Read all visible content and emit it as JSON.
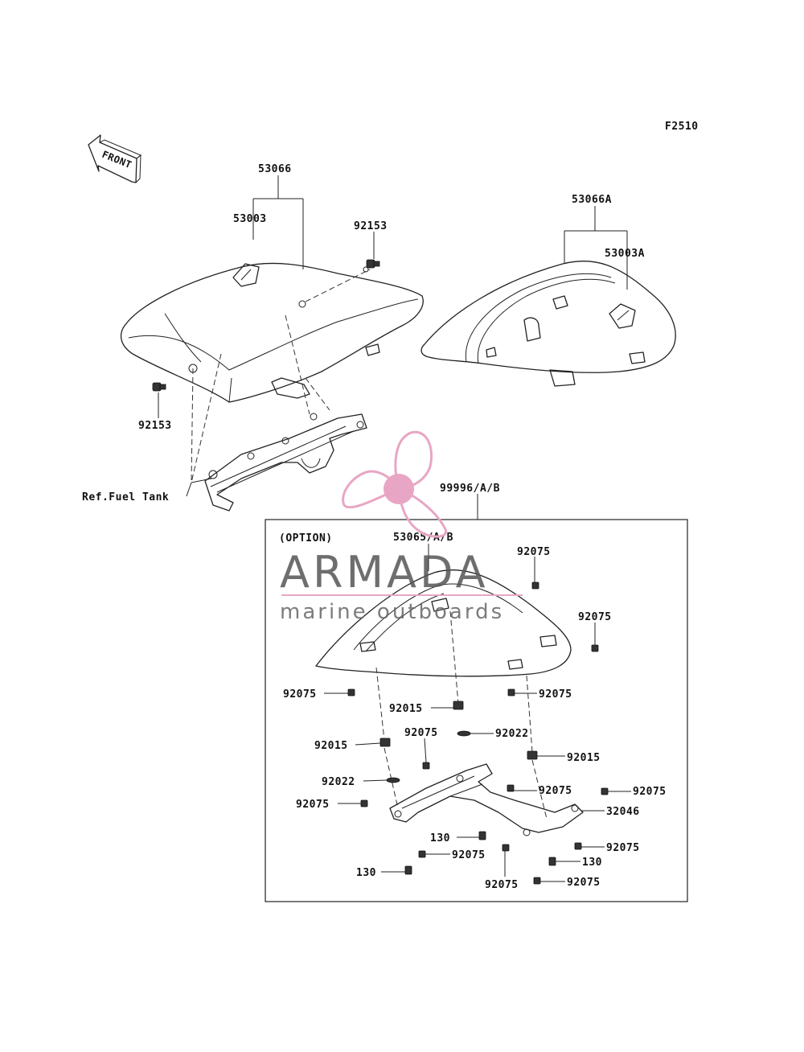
{
  "figure_code": "F2510",
  "front_label": "FRONT",
  "ref_label": "Ref.Fuel Tank",
  "option_label": "(OPTION)",
  "watermark": {
    "brand": "ARMADA",
    "tagline": "marine outboards",
    "accent_color": "#e8a6c4",
    "text_color": "#555555",
    "icon": "propeller-logo-icon"
  },
  "parts": {
    "p53066": "53066",
    "p53003": "53003",
    "p92153_top": "92153",
    "p92153_left": "92153",
    "p53066A": "53066A",
    "p53003A": "53003A",
    "p99996": "99996/A/B",
    "p53065": "53065/A/B"
  },
  "option_parts": [
    "92075",
    "92075",
    "92075",
    "92075",
    "92015",
    "92022",
    "92015",
    "92075",
    "92015",
    "92022",
    "92075",
    "92075",
    "32046",
    "92075",
    "130",
    "92075",
    "130",
    "92075",
    "130",
    "92075"
  ]
}
